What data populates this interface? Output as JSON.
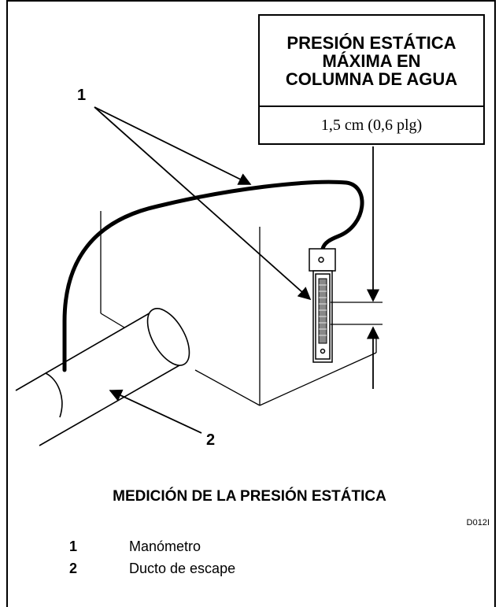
{
  "callout": {
    "title_lines": [
      "PRESIÓN ESTÁTICA",
      "MÁXIMA EN",
      "COLUMNA DE AGUA"
    ],
    "value": "1,5 cm (0,6 plg)"
  },
  "labels": {
    "one": "1",
    "two": "2"
  },
  "caption": "MEDICIÓN DE LA PRESIÓN ESTÁTICA",
  "figure_code": "D012I",
  "legend": [
    {
      "number": "1",
      "label": "Manómetro"
    },
    {
      "number": "2",
      "label": "Ducto de escape"
    }
  ]
}
